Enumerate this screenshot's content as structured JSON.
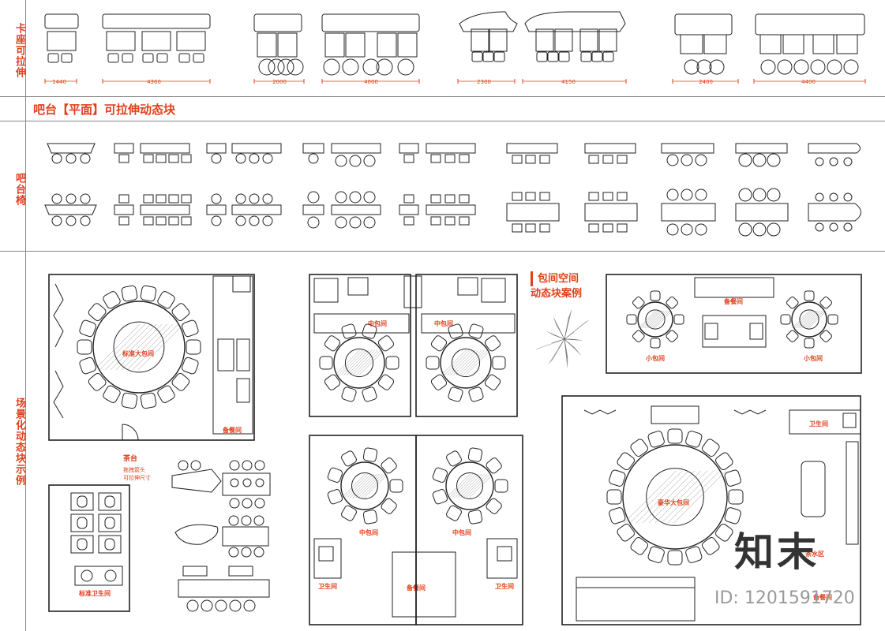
{
  "sections": {
    "sofa": "卡座可拉伸",
    "bar_title": "吧台【平面】可拉伸动态块",
    "bar_side": "吧台椅",
    "scene": "场景化动态块示例"
  },
  "dimensions": [
    "1440",
    "4360",
    "2000",
    "4000",
    "2300",
    "4150",
    "2400",
    "4400"
  ],
  "rooms": {
    "standard_large": "标准大包间",
    "service": "备餐间",
    "mid_a": "中包间",
    "mid_b": "中包间",
    "small_a": "小包间",
    "small_b": "小包间",
    "service_top": "备餐间",
    "luxury": "豪华大包间",
    "wc_right": "卫生间",
    "mid_c": "中包间",
    "mid_d": "中包间",
    "wc_a": "卫生间",
    "wc_b": "卫生间",
    "service_mid": "备餐间",
    "std_wc": "标准卫生间",
    "tea_zone": "茶水区",
    "service_bottom": "备餐间"
  },
  "case_title": [
    "包间空间",
    "动态块案例"
  ],
  "tea": {
    "title": "茶台",
    "note1": "拖拽箭头",
    "note2": "可拉伸尺寸"
  },
  "watermark": {
    "logo": "知末",
    "id": "ID: 1201591720"
  },
  "colors": {
    "accent": "#e0401a",
    "line": "#222222"
  }
}
